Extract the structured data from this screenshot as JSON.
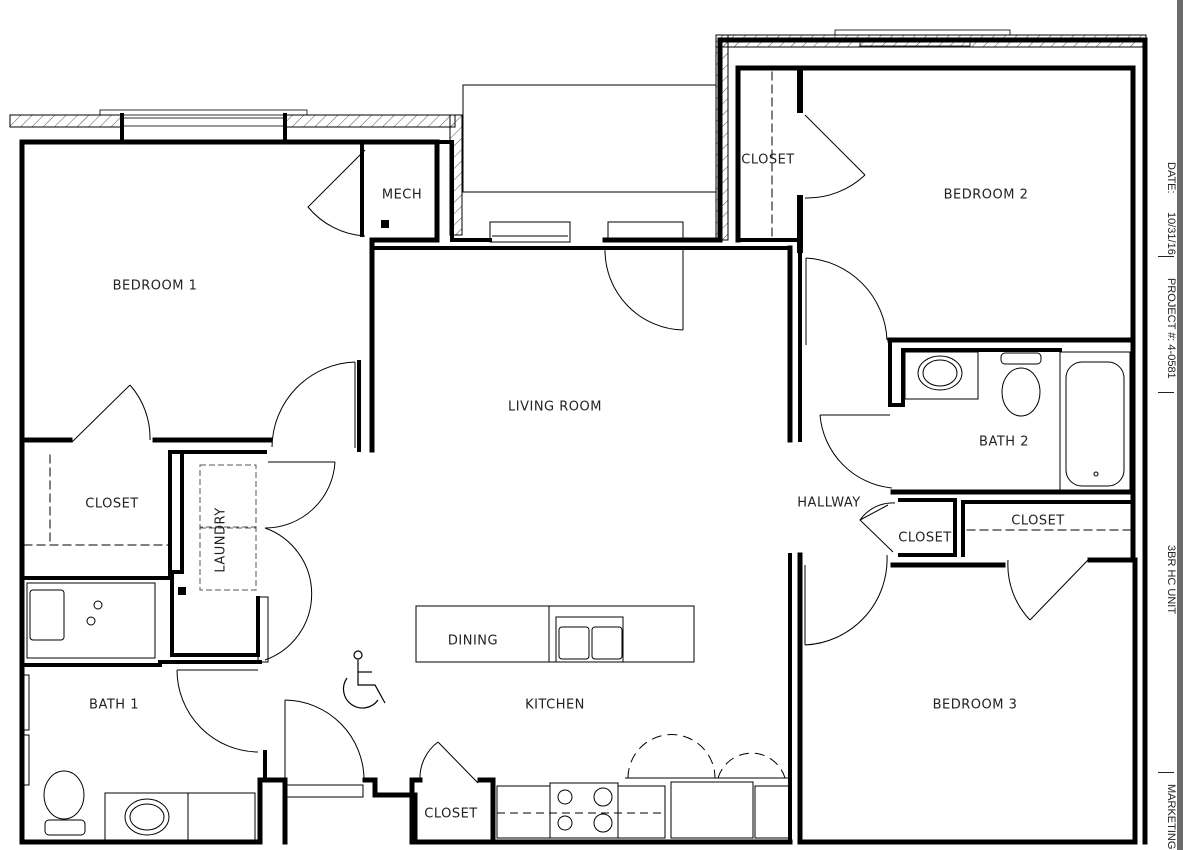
{
  "rooms": {
    "bedroom1": "BEDROOM 1",
    "mech": "MECH",
    "closet_bed2": "CLOSET",
    "bedroom2": "BEDROOM 2",
    "living_room": "LIVING ROOM",
    "bath2": "BATH 2",
    "hallway": "HALLWAY",
    "closet_hall": "CLOSET",
    "closet_bed3": "CLOSET",
    "closet_bed1": "CLOSET",
    "laundry": "LAUNDRY",
    "dining": "DINING",
    "bath1": "BATH 1",
    "kitchen": "KITCHEN",
    "bedroom3": "BEDROOM 3",
    "closet_kitchen": "CLOSET"
  },
  "title_block": {
    "date_label": "DATE:",
    "date_value": "10/31/16",
    "project_label": "PROJECT #: 4-0581",
    "unit_label": "3BR HC UNIT",
    "marketing_label": "MARKETING"
  },
  "symbols": {
    "accessibility": "wheelchair-accessible-symbol"
  },
  "colors": {
    "wall": "#000000",
    "line": "#222222",
    "background": "#ffffff",
    "title_edge": "#6b6b6b"
  }
}
